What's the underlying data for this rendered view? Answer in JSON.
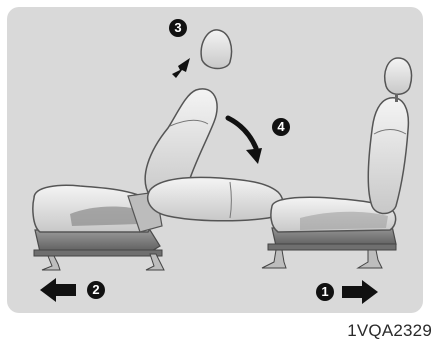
{
  "figure": {
    "code": "1VQA2329",
    "markers": [
      {
        "id": "1",
        "label": "1"
      },
      {
        "id": "2",
        "label": "2"
      },
      {
        "id": "3",
        "label": "3"
      },
      {
        "id": "4",
        "label": "4"
      }
    ],
    "colors": {
      "panel": "#d9d9d9",
      "seat_fill": "#ececec",
      "seat_outline": "#555555",
      "base": "#7d7d7d",
      "arrow": "#111111"
    }
  }
}
